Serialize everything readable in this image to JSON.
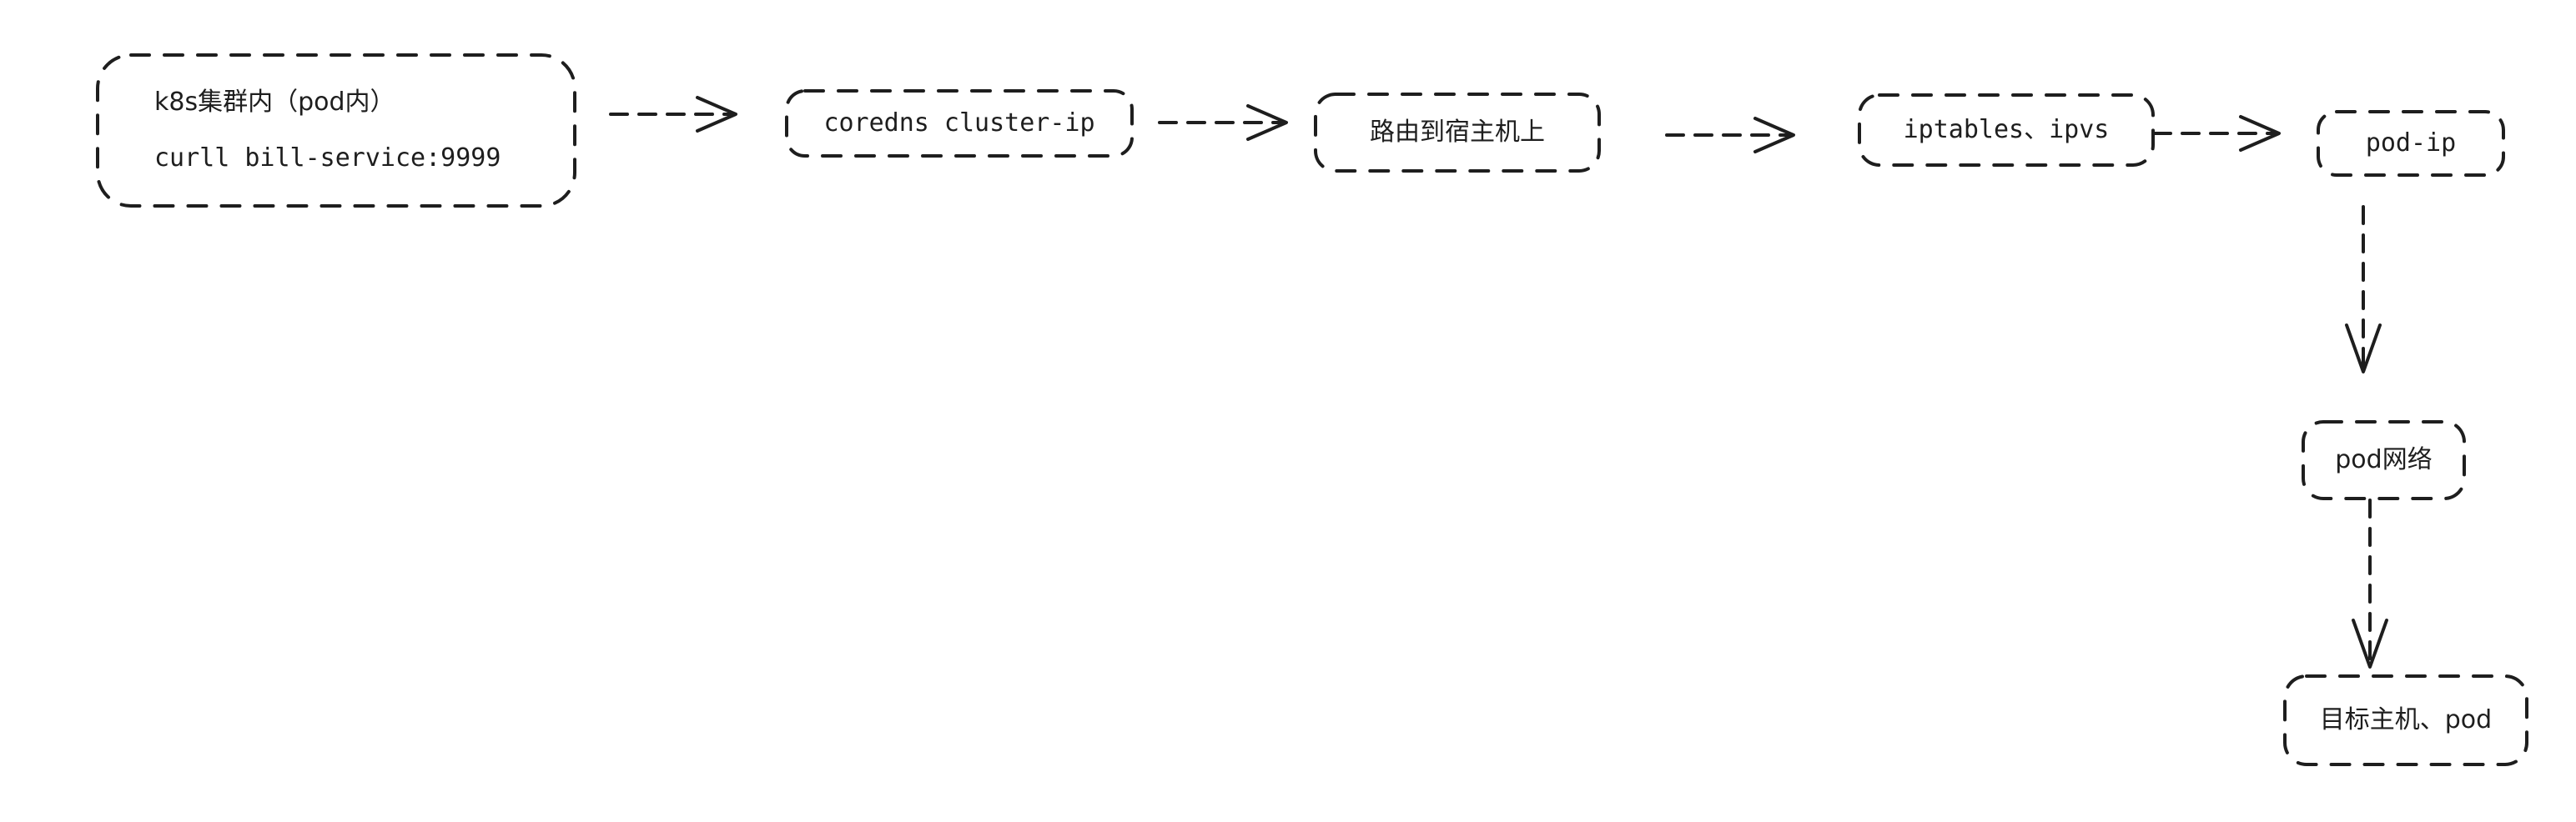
{
  "diagram": {
    "type": "flowchart",
    "style": {
      "stroke_color": "#1e1e1e",
      "background": "#ffffff",
      "line_style": "dashed"
    },
    "nodes": [
      {
        "id": "source",
        "lines": [
          "k8s集群内（pod内）",
          "curll bill-service:9999"
        ]
      },
      {
        "id": "coredns",
        "label": "coredns cluster-ip"
      },
      {
        "id": "route",
        "label": "路由到宿主机上"
      },
      {
        "id": "iptables",
        "label": "iptables、ipvs"
      },
      {
        "id": "podip",
        "label": "pod-ip"
      },
      {
        "id": "podnet",
        "label": "pod网络"
      },
      {
        "id": "target",
        "label": "目标主机、pod"
      }
    ],
    "edges": [
      {
        "from": "source",
        "to": "coredns"
      },
      {
        "from": "coredns",
        "to": "route"
      },
      {
        "from": "route",
        "to": "iptables"
      },
      {
        "from": "iptables",
        "to": "podip"
      },
      {
        "from": "podip",
        "to": "podnet"
      },
      {
        "from": "podnet",
        "to": "target"
      }
    ]
  }
}
